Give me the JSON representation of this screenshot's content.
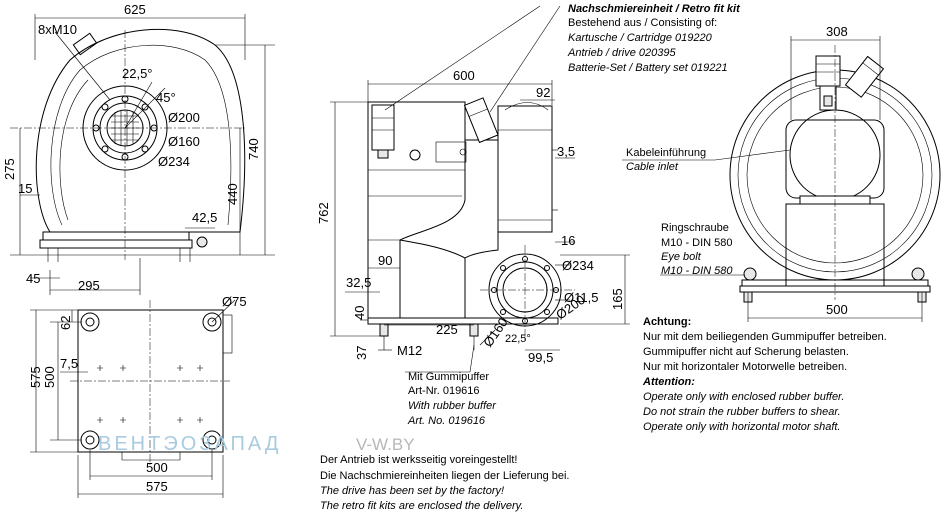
{
  "dimensions": {
    "d625": "625",
    "d8xM10": "8xM10",
    "d22_5a": "22,5°",
    "d45": "45°",
    "d200a": "Ø200",
    "d160a": "Ø160",
    "d234a": "Ø234",
    "d740": "740",
    "d275": "275",
    "d440": "440",
    "d15": "15",
    "d42_5": "42,5",
    "d45b": "45",
    "d295": "295",
    "d600": "600",
    "d92": "92",
    "d3_5": "3,5",
    "d762": "762",
    "d16": "16",
    "d90": "90",
    "d234b": "Ø234",
    "d32_5": "32,5",
    "d11_5": "Ø11,5",
    "d200b": "Ø200",
    "d165": "165",
    "d40": "40",
    "d225": "225",
    "d160b": "Ø160",
    "d22_5b": "22,5°",
    "d37": "37",
    "dM12": "M12",
    "d99_5": "99,5",
    "d308": "308",
    "d500a": "500",
    "d75": "Ø75",
    "d62": "62",
    "d575a": "575",
    "d500b": "500",
    "d7_5": "7,5",
    "d500c": "500",
    "d575b": "575"
  },
  "retrofit": {
    "title": "Nachschmiereinheit / Retro fit kit",
    "consisting": "Bestehend aus / Consisting of:",
    "cartridge": "Kartusche / Cartridge 019220",
    "drive": "Antrieb / drive 020395",
    "battery": "Batterie-Set / Battery set 019221"
  },
  "cable": {
    "de": "Kabeleinführung",
    "en": "Cable inlet"
  },
  "eyebolt": {
    "de1": "Ringschraube",
    "de2": "M10 - DIN 580",
    "en1": "Eye bolt",
    "en2": "M10 - DIN 580"
  },
  "buffer": {
    "de1": "Mit Gummipuffer",
    "de2": "Art-Nr. 019616",
    "en1": "With rubber buffer",
    "en2": "Art. No. 019616"
  },
  "attention": {
    "de_title": "Achtung:",
    "de1": "Nur mit dem beiliegenden Gummipuffer betreiben.",
    "de2": "Gummipuffer nicht auf Scherung belasten.",
    "de3": "Nur mit horizontaler Motorwelle betreiben.",
    "en_title": "Attention:",
    "en1": "Operate only with enclosed rubber buffer.",
    "en2": "Do not strain the rubber buffers to shear.",
    "en3": "Operate only with horizontal motor shaft."
  },
  "notes": {
    "de1": "Der Antrieb ist werksseitig voreingestellt!",
    "de2": "Die Nachschmiereinheiten liegen der Lieferung bei.",
    "en1": "The drive has been set by the factory!",
    "en2": "The retro fit kits are enclosed the delivery."
  },
  "watermark": {
    "brand": "ВЕНТЭОЗАПАД",
    "site": "V-W.BY"
  }
}
